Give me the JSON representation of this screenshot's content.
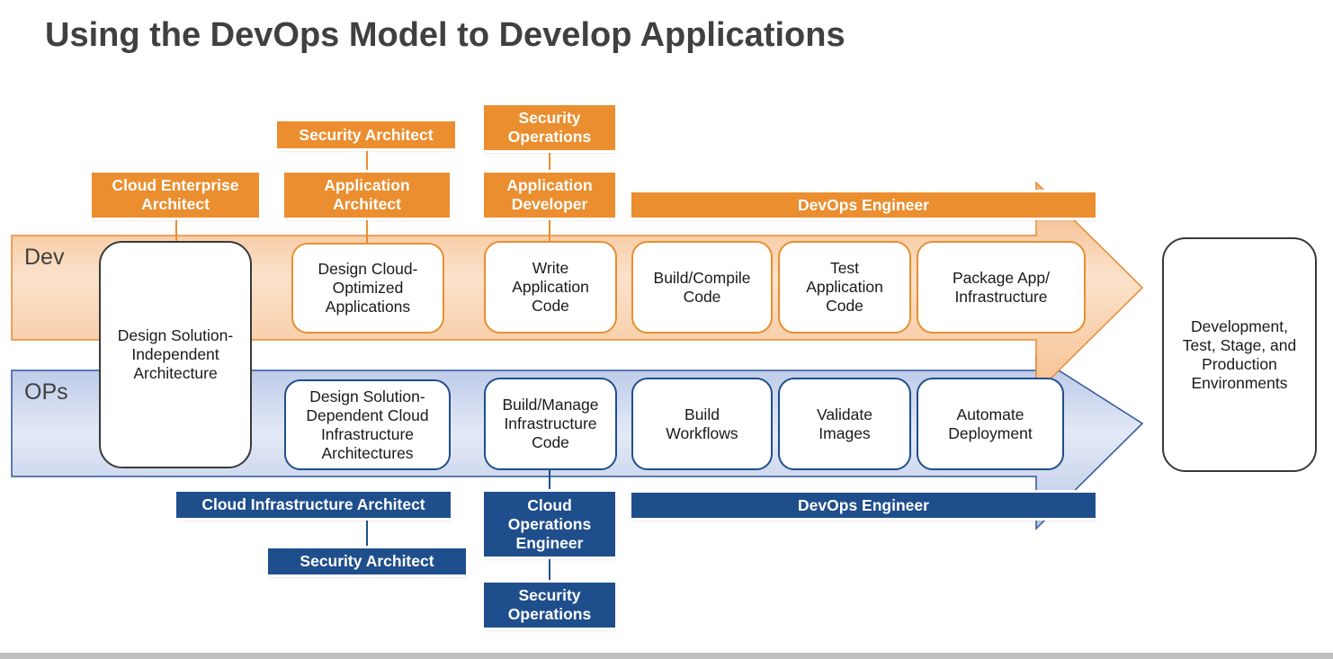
{
  "title": "Using the DevOps Model to Develop Applications",
  "colors": {
    "dev_accent": "#ea8e2f",
    "ops_accent": "#1f4e8c",
    "title_text": "#404040"
  },
  "lanes": {
    "dev": "Dev",
    "ops": "OPs"
  },
  "shared_step": "Design Solution-\nIndependent\nArchitecture",
  "dev_steps": [
    "Design Cloud-\nOptimized\nApplications",
    "Write\nApplication\nCode",
    "Build/Compile\nCode",
    "Test\nApplication\nCode",
    "Package App/\nInfrastructure"
  ],
  "ops_steps": [
    "Design Solution-\nDependent Cloud\nInfrastructure\nArchitectures",
    "Build/Manage\nInfrastructure\nCode",
    "Build\nWorkflows",
    "Validate\nImages",
    "Automate\nDeployment"
  ],
  "target": "Development,\nTest, Stage, and\nProduction\nEnvironments",
  "dev_roles": {
    "cloud_enterprise_architect": "Cloud Enterprise\nArchitect",
    "security_architect": "Security Architect",
    "application_architect": "Application\nArchitect",
    "security_operations": "Security\nOperations",
    "application_developer": "Application\nDeveloper",
    "devops_engineer": "DevOps Engineer"
  },
  "ops_roles": {
    "cloud_infrastructure_architect": "Cloud Infrastructure Architect",
    "security_architect": "Security Architect",
    "cloud_operations_engineer": "Cloud\nOperations\nEngineer",
    "security_operations": "Security\nOperations",
    "devops_engineer": "DevOps Engineer"
  }
}
